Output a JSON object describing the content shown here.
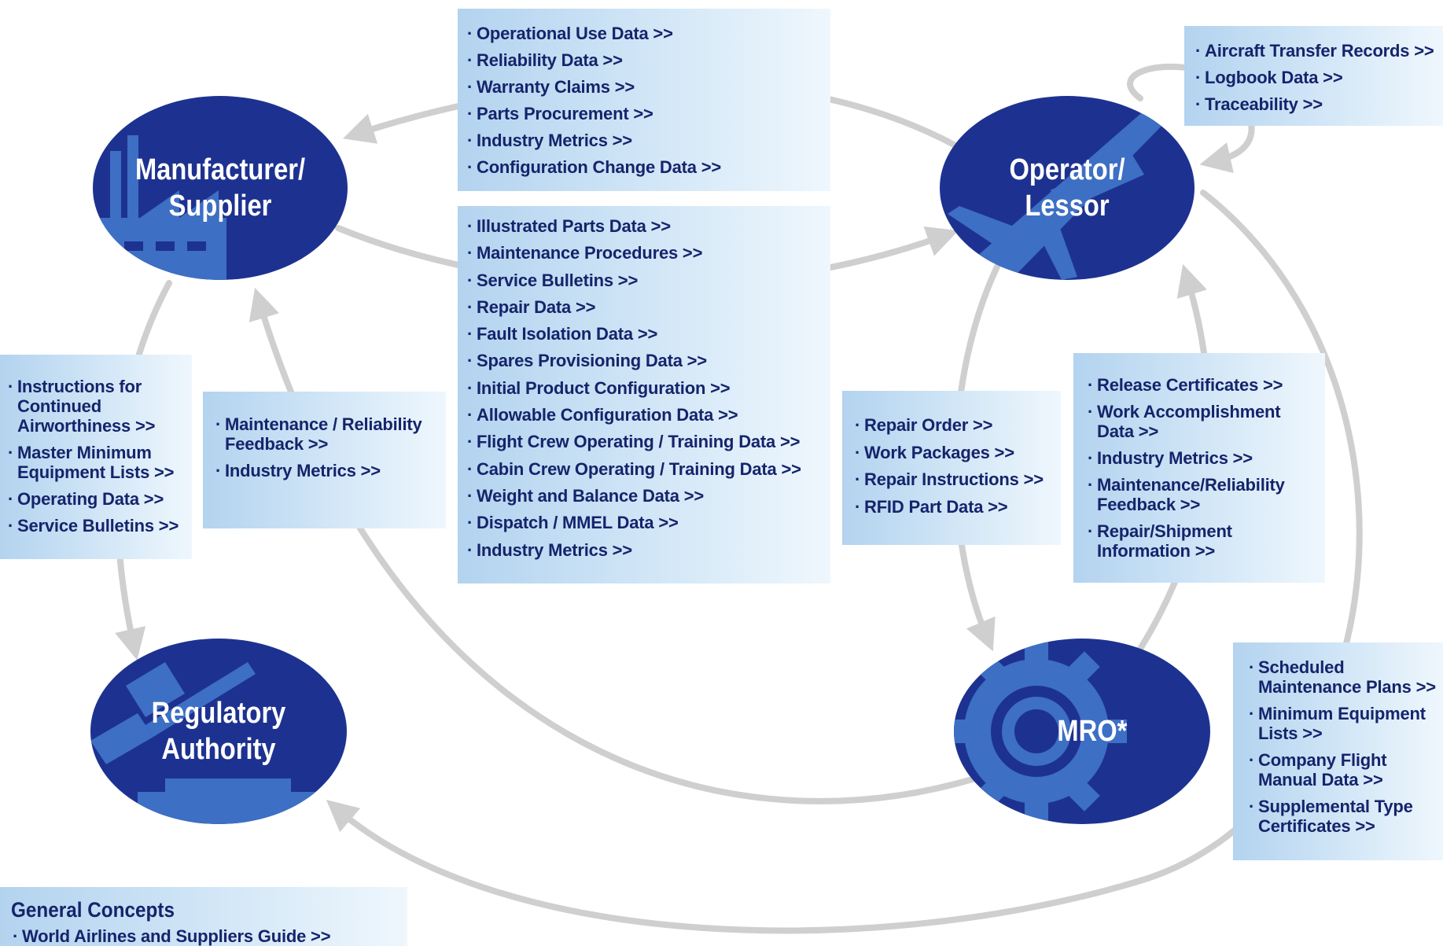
{
  "nodes": {
    "manufacturer": "Manufacturer/\nSupplier",
    "operator": "Operator/\nLessor",
    "regulatory": "Regulatory\nAuthority",
    "mro": "MRO*"
  },
  "boxes": {
    "top_center": [
      "Operational Use Data >>",
      "Reliability Data >>",
      "Warranty Claims >>",
      "Parts Procurement >>",
      "Industry Metrics >>",
      "Configuration Change Data >>"
    ],
    "middle_center": [
      "Illustrated Parts Data >>",
      "Maintenance Procedures >>",
      "Service Bulletins >>",
      "Repair Data >>",
      "Fault Isolation Data >>",
      "Spares Provisioning Data >>",
      "Initial Product Configuration >>",
      "Allowable Configuration Data >>",
      "Flight Crew Operating / Training Data >>",
      "Cabin Crew Operating / Training Data >>",
      "Weight and Balance Data >>",
      "Dispatch / MMEL Data >>",
      "Industry Metrics >>"
    ],
    "top_right": [
      "Aircraft Transfer Records >>",
      "Logbook Data >>",
      "Traceability >>"
    ],
    "left": [
      "Instructions for Continued Airworthiness >>",
      "Master Minimum Equipment Lists >>",
      "Operating Data >>",
      "Service Bulletins >>"
    ],
    "left_mid": [
      "Maintenance / Reliability Feedback >>",
      "Industry Metrics >>"
    ],
    "center_right": [
      "Repair Order >>",
      "Work Packages >>",
      "Repair Instructions >>",
      "RFID Part Data >>"
    ],
    "right_mid": [
      "Release Certificates >>",
      "Work Accomplishment Data >>",
      "Industry Metrics >>",
      "Maintenance/Reliability Feedback >>",
      "Repair/Shipment Information >>"
    ],
    "bottom_right": [
      "Scheduled Maintenance Plans >>",
      "Minimum Equipment Lists >>",
      "Company Flight Manual Data >>",
      "Supplemental Type Certificates >>"
    ]
  },
  "general_concepts": {
    "title": "General Concepts",
    "items": [
      "World Airlines and Suppliers Guide >>"
    ]
  },
  "colors": {
    "node_fill": "#1d3290",
    "node_icon": "#3d6fc4",
    "text": "#15246b",
    "arrow": "#cfcfcf"
  }
}
